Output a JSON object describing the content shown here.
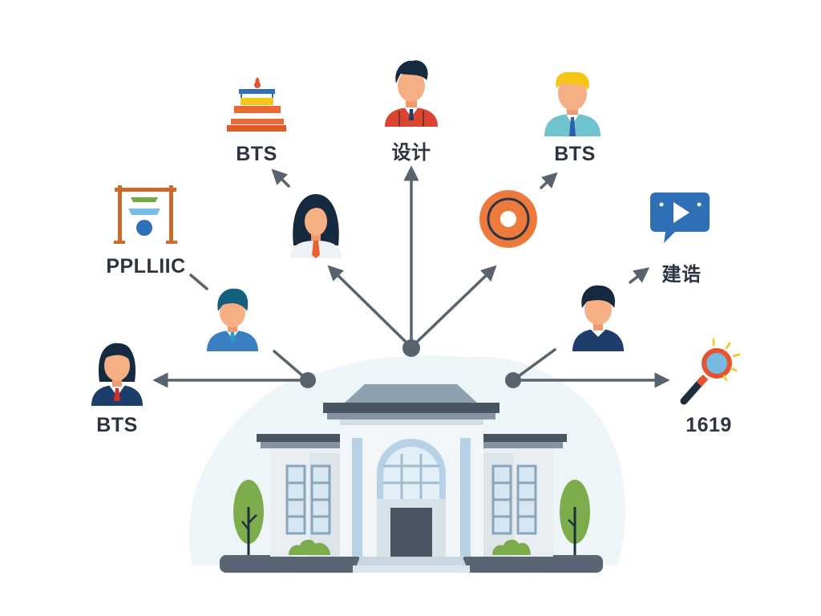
{
  "colors": {
    "connector": "#59636e",
    "text": "#2b3440",
    "skin": "#f6ae84",
    "hair_dark": "#152a3f",
    "navy": "#1f3d6b",
    "blue": "#3a7fc1",
    "orange": "#e8622f",
    "yellow": "#f5c518",
    "green": "#7dac4c",
    "building_slate": "#4a5563",
    "building_light": "#eef3f6",
    "window_blue": "#b8d4e8",
    "halo": "#eef5f9"
  },
  "hub": {
    "label": "",
    "icon": "public-building-icon",
    "description": "Central classical building with columns, arched window, door, trees and shrubs"
  },
  "nodes": [
    {
      "id": "top-left",
      "label": "BTS",
      "icon": "stacked-layers-flame-icon"
    },
    {
      "id": "top-center",
      "label": "设计",
      "icon": "man-red-vest-avatar-icon"
    },
    {
      "id": "top-right",
      "label": "BTS",
      "icon": "blond-man-teal-suit-avatar-icon"
    },
    {
      "id": "mid-left",
      "label": "PPLLIIC",
      "icon": "gate-frame-icon"
    },
    {
      "id": "mid-right",
      "label": "建诰",
      "icon": "video-chat-bubble-icon"
    },
    {
      "id": "low-left",
      "label": "BTS",
      "icon": "woman-navy-suit-avatar-icon"
    },
    {
      "id": "low-right",
      "label": "1619",
      "icon": "magnifier-search-icon"
    },
    {
      "id": "inner-woman",
      "label": "",
      "icon": "woman-long-hair-avatar-icon"
    },
    {
      "id": "inner-target",
      "label": "",
      "icon": "orange-ring-target-icon"
    },
    {
      "id": "inner-boy",
      "label": "",
      "icon": "boy-blue-sweater-avatar-icon"
    },
    {
      "id": "inner-man",
      "label": "",
      "icon": "man-navy-sweater-avatar-icon"
    }
  ],
  "edges": [
    {
      "from": "hub-left-dot",
      "to": "low-left",
      "direction": "outward"
    },
    {
      "from": "hub-left-dot",
      "to": "inner-boy",
      "direction": "line"
    },
    {
      "from": "hub-right-dot",
      "to": "low-right",
      "direction": "outward"
    },
    {
      "from": "hub-right-dot",
      "to": "inner-man",
      "direction": "line"
    },
    {
      "from": "hub-top-dot",
      "to": "top-center",
      "direction": "outward"
    },
    {
      "from": "hub-top-dot",
      "to": "inner-woman",
      "direction": "outward"
    },
    {
      "from": "hub-top-dot",
      "to": "inner-target",
      "direction": "outward"
    },
    {
      "from": "inner-woman",
      "to": "top-left",
      "direction": "outward"
    },
    {
      "from": "inner-target",
      "to": "top-right",
      "direction": "outward"
    },
    {
      "from": "inner-boy",
      "to": "mid-left",
      "direction": "line"
    },
    {
      "from": "inner-man",
      "to": "mid-right",
      "direction": "outward"
    }
  ]
}
